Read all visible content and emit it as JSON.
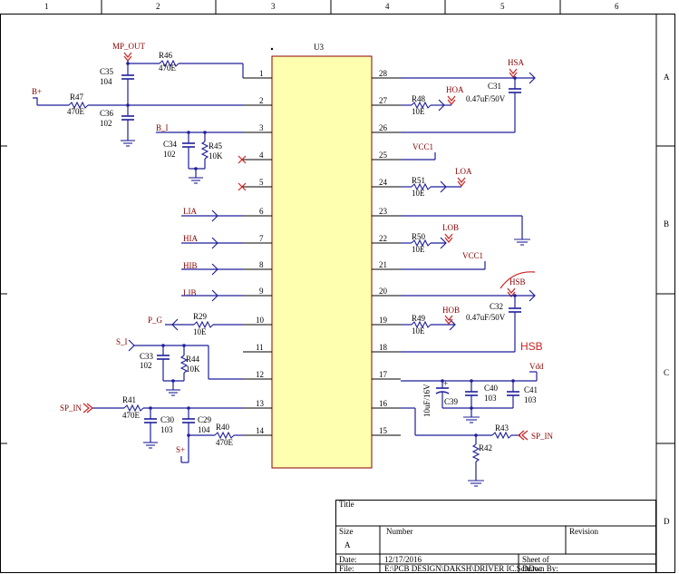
{
  "border": {
    "cols": [
      "1",
      "2",
      "3",
      "4",
      "5",
      "6"
    ],
    "rows": [
      "A",
      "B",
      "C",
      "D"
    ]
  },
  "ic": {
    "ref": "U3",
    "left_pins": [
      "1",
      "2",
      "3",
      "4",
      "5",
      "6",
      "7",
      "8",
      "9",
      "10",
      "11",
      "12",
      "13",
      "14"
    ],
    "right_pins": [
      "28",
      "27",
      "26",
      "25",
      "24",
      "23",
      "22",
      "21",
      "20",
      "19",
      "18",
      "17",
      "16",
      "15"
    ]
  },
  "nets": {
    "mp_out": "MP_OUT",
    "bplus": "B+",
    "b_i": "B_I",
    "lia": "LIA",
    "hia": "HIA",
    "hib": "HIB",
    "lib": "LIB",
    "p_g": "P_G",
    "s_i": "S_I",
    "sp_in": "SP_IN",
    "splus": "S+",
    "hsa": "HSA",
    "hoa": "HOA",
    "vcc1a": "VCC1",
    "loa": "LOA",
    "lob": "LOB",
    "vcc1b": "VCC1",
    "hsb": "HSB",
    "hob": "HOB",
    "hsb_big": "HSB",
    "vdd": "Vdd",
    "sp_in_r": "SP_IN"
  },
  "parts": {
    "r46": {
      "ref": "R46",
      "val": "470E"
    },
    "r47": {
      "ref": "R47",
      "val": "470E"
    },
    "c35": {
      "ref": "C35",
      "val": "104"
    },
    "c36": {
      "ref": "C36",
      "val": "102"
    },
    "c34": {
      "ref": "C34",
      "val": "102"
    },
    "r45": {
      "ref": "R45",
      "val": "10K"
    },
    "r29": {
      "ref": "R29",
      "val": "10E"
    },
    "c33": {
      "ref": "C33",
      "val": "102"
    },
    "r44": {
      "ref": "R44",
      "val": "10K"
    },
    "r41": {
      "ref": "R41",
      "val": "470E"
    },
    "c30": {
      "ref": "C30",
      "val": "103"
    },
    "c29": {
      "ref": "C29",
      "val": "104"
    },
    "r40": {
      "ref": "R40",
      "val": "470E"
    },
    "c31": {
      "ref": "C31",
      "val": "0.47uF/50V"
    },
    "r48": {
      "ref": "R48",
      "val": "10E"
    },
    "r51": {
      "ref": "R51",
      "val": "10E"
    },
    "r50": {
      "ref": "R50",
      "val": "10E"
    },
    "c32": {
      "ref": "C32",
      "val": "0.47uF/50V"
    },
    "r49": {
      "ref": "R49",
      "val": "10E"
    },
    "c39": {
      "ref": "C39",
      "val": "10uF/16V"
    },
    "c40": {
      "ref": "C40",
      "val": "103"
    },
    "c41": {
      "ref": "C41",
      "val": "103"
    },
    "r43": {
      "ref": "R43",
      "val": ""
    },
    "r42": {
      "ref": "R42",
      "val": ""
    }
  },
  "title_block": {
    "title": "Title",
    "size_label": "Size",
    "size_value": "A",
    "number_label": "Number",
    "revision_label": "Revision",
    "date_label": "Date:",
    "date_value": "12/17/2016",
    "file_label": "File:",
    "file_value": "E:\\PCB DESIGN\\DAKSH\\DRIVER IC.SchDoc",
    "sheet_label": "Sheet   of",
    "drawn_label": "Drawn By:"
  },
  "colors": {
    "wire": "#1f1f9a",
    "ic_fill": "#ffffb0",
    "net_text": "#8b0000",
    "power_arrow": "#cc2222"
  }
}
